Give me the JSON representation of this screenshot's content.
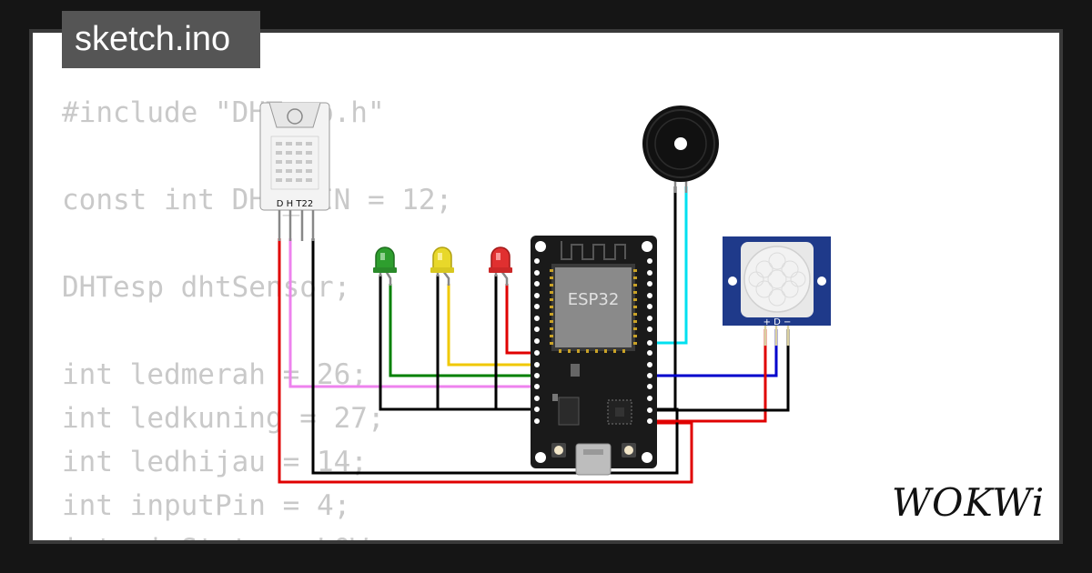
{
  "tab": {
    "title": "sketch.ino"
  },
  "code": {
    "lines": [
      "#include \"DHTesp.h\"",
      "",
      "const int DHT_PIN = 12;",
      "",
      "DHTesp dhtSensor;",
      "",
      "int ledmerah = 26;",
      "int ledkuning = 27;",
      "int ledhijau = 14;",
      "int inputPin = 4;",
      "int pirState = LOW;"
    ]
  },
  "components": {
    "dht": {
      "label": "D H T22"
    },
    "esp32": {
      "label": "ESP32"
    },
    "pir": {
      "pins_label": "+ D −"
    }
  },
  "brand": {
    "logo_text": "WOKWi"
  },
  "colors": {
    "led_green": "#2e9e2e",
    "led_yellow": "#e8d82a",
    "led_red": "#e03030",
    "wire_red": "#e00000",
    "wire_green": "#008000",
    "wire_yellow": "#f0c800",
    "wire_pink": "#ee82ee",
    "wire_cyan": "#00e0f0",
    "wire_blue": "#0000cc",
    "wire_black": "#000000",
    "pir_board": "#1f3a8a"
  }
}
